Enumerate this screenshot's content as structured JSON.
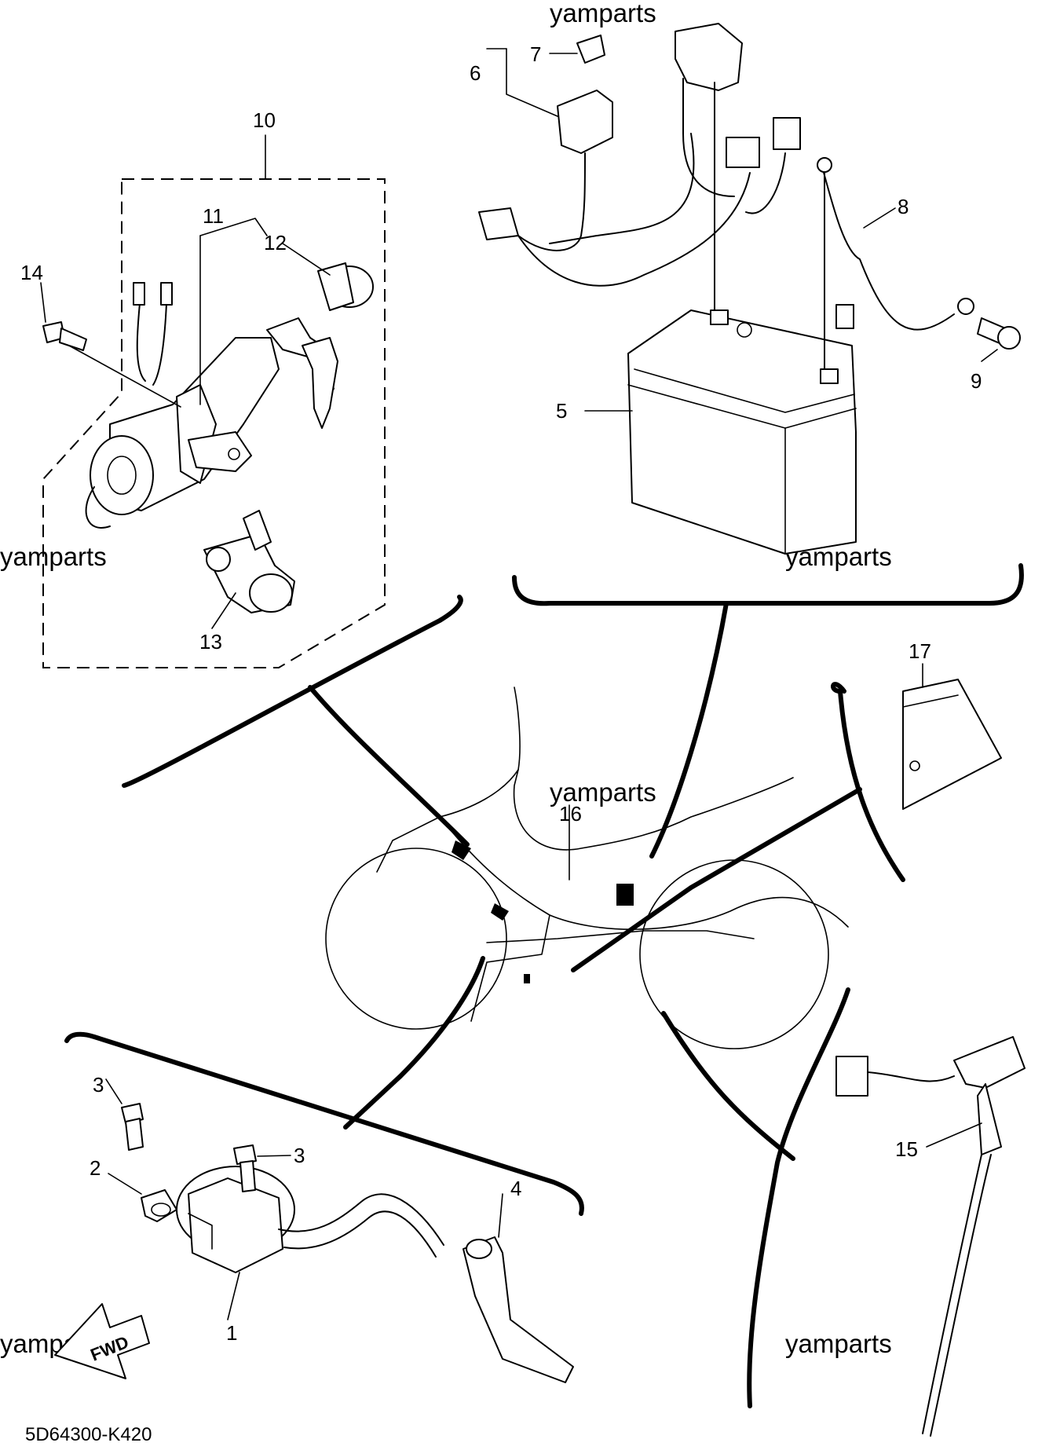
{
  "diagram": {
    "watermark": "yamparts",
    "drawing_code": "5D64300-K420",
    "fwd_label": "FWD",
    "callouts": [
      "1",
      "2",
      "3",
      "3",
      "4",
      "5",
      "6",
      "7",
      "8",
      "9",
      "10",
      "11",
      "12",
      "13",
      "14",
      "15",
      "16",
      "17"
    ]
  }
}
